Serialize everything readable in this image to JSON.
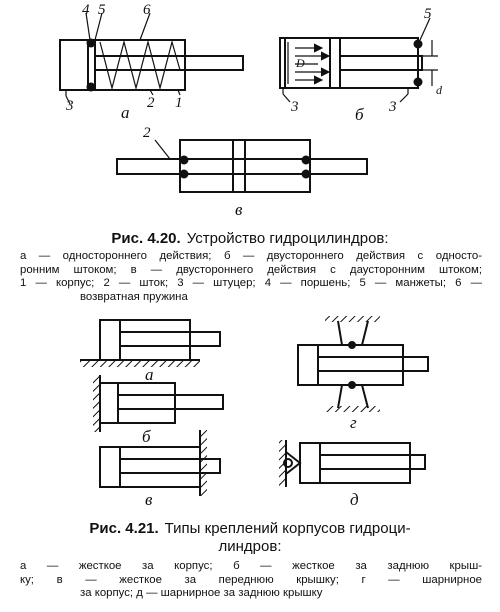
{
  "fig_4_20": {
    "labels": {
      "a": "а",
      "b": "б",
      "v": "в",
      "n1": "1",
      "n2": "2",
      "n3": "3",
      "n4": "4",
      "n5": "5",
      "n6": "6",
      "D": "D",
      "d": "d"
    },
    "caption": {
      "number": "Рис. 4.20.",
      "title": "Устройство гидроцилиндров:"
    },
    "legend_lines": [
      "а — одностороннего действия; б — двустороннего действия с односто-",
      "ронним штоком; в — двустороннего действия с даусторонним штоком;",
      "1 — корпус; 2 — шток; 3 — штуцер; 4 — поршень; 5 — манжеты; 6 —",
      "возвратная пружина"
    ]
  },
  "fig_4_21": {
    "labels": {
      "a": "а",
      "b": "б",
      "v": "в",
      "g": "г",
      "d": "д"
    },
    "caption": {
      "number": "Рис. 4.21.",
      "title": "Типы креплений корпусов гидроци-",
      "title2": "линдров:"
    },
    "legend_lines": [
      "а — жесткое за корпус; б — жесткое за заднюю крыш-",
      "ку; в — жесткое за переднюю крышку; г — шарнирное",
      "за корпус; д — шарнирное за заднюю крышку"
    ]
  }
}
